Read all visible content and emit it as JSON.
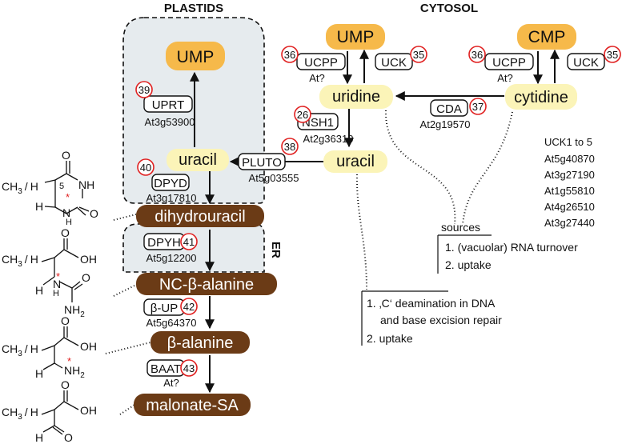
{
  "headers": {
    "plastids": "PLASTIDS",
    "cytosol": "CYTOSOL",
    "er": "ER"
  },
  "colors": {
    "ump_fill": "#f6b94a",
    "pale_fill": "#fbf4b8",
    "brown_fill": "#6b3b16",
    "compartment_fill": "#e6ebee",
    "badge_ring": "#e02020",
    "stereo_mark": "#e02020"
  },
  "metabolites": {
    "ump_plastid": "UMP",
    "ump_cytosol": "UMP",
    "cmp": "CMP",
    "uridine": "uridine",
    "cytidine": "cytidine",
    "uracil_plastid": "uracil",
    "uracil_cytosol": "uracil",
    "dihydrouracil": "dihydrouracil",
    "nc_beta_alanine": "NC-β-alanine",
    "beta_alanine": "β-alanine",
    "malonate_sa": "malonate-SA"
  },
  "enzymes": {
    "uprt": {
      "name": "UPRT",
      "num": "39",
      "gene": "At3g53900"
    },
    "dpyd": {
      "name": "DPYD",
      "num": "40",
      "gene": "At3g17810"
    },
    "pluto": {
      "name": "PLUTO",
      "num": "38",
      "gene": "At5g03555"
    },
    "nsh1": {
      "name": "NSH1",
      "num": "26",
      "gene": "At2g36310"
    },
    "cda": {
      "name": "CDA",
      "num": "37",
      "gene": "At2g19570"
    },
    "ucpp_left": {
      "name": "UCPP",
      "num": "36",
      "gene": "At?"
    },
    "uck_left": {
      "name": "UCK",
      "num": "35"
    },
    "ucpp_right": {
      "name": "UCPP",
      "num": "36",
      "gene": "At?"
    },
    "uck_right": {
      "name": "UCK",
      "num": "35"
    },
    "dpyh": {
      "name": "DPYH",
      "num": "41",
      "gene": "At5g12200"
    },
    "beta_up": {
      "name": "β-UP",
      "num": "42",
      "gene": "At5g64370"
    },
    "baat": {
      "name": "BAAT",
      "num": "43",
      "gene": "At?"
    }
  },
  "uck_genes": {
    "title": "UCK1 to 5",
    "list": [
      "At5g40870",
      "At3g27190",
      "At1g55810",
      "At4g26510",
      "At3g27440"
    ]
  },
  "sources_box": {
    "title": "sources",
    "items": [
      "1. (vacuolar) RNA turnover",
      "2. uptake"
    ]
  },
  "uracil_box": {
    "lines": [
      "1. ‚C‘ deamination in DNA",
      "and base excision repair",
      "2. uptake"
    ]
  },
  "structures": {
    "ch3": "CH",
    "sub3": "3",
    "slash": "/",
    "h": "H",
    "n": "N",
    "nh": "NH",
    "o": "O",
    "oh": "OH",
    "nh2": "NH",
    "sub2": "2",
    "five": "5",
    "star": "*"
  }
}
